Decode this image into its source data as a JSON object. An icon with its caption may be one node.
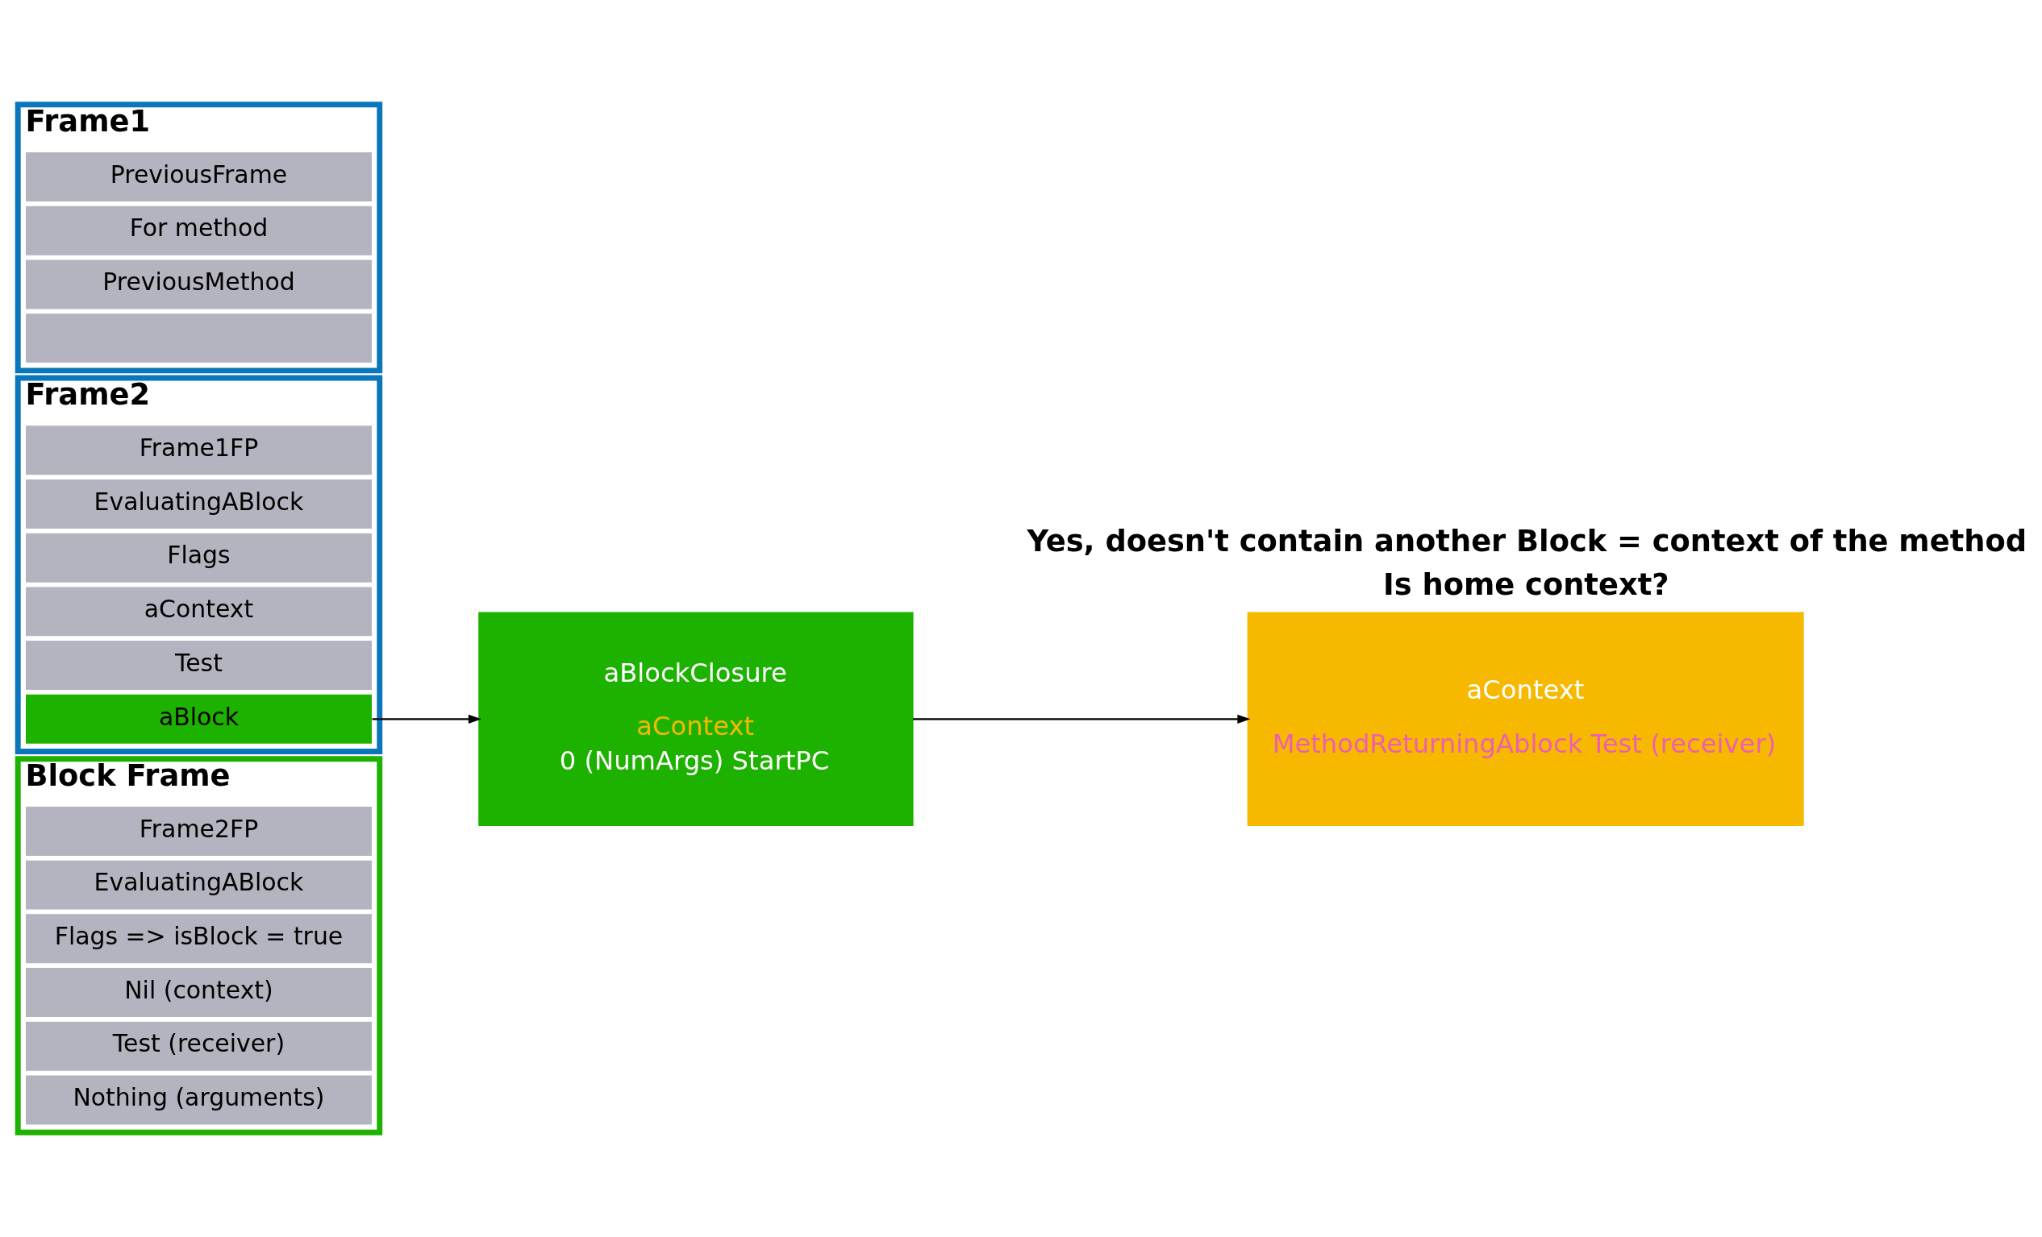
{
  "diagram": {
    "nodes": [
      {
        "text": [
          "Frame1"
        ]
      },
      {
        "text": [
          "PreviousFrame"
        ],
        "in": 0
      },
      {
        "text": [
          "For method"
        ],
        "in": 0
      },
      {
        "text": [
          "PreviousMethod"
        ],
        "in": 0
      },
      {
        "text": [],
        "shape": "box",
        "in": 0
      },
      {
        "text": [
          "Frame2"
        ]
      },
      {
        "text": [
          "Frame1FP"
        ],
        "in": 5
      },
      {
        "text": [
          "EvaluatingABlock"
        ],
        "in": 5
      },
      {
        "text": [
          "Flags"
        ],
        "in": 5
      },
      {
        "text": [
          "aContext"
        ],
        "in": 5
      },
      {
        "text": [
          "Test"
        ],
        "in": 5
      },
      {
        "text": [
          "aBlock"
        ],
        "in": 5
      },
      {
        "text": [
          "Block Frame"
        ]
      },
      {
        "text": [
          "Frame2FP"
        ],
        "in": 12
      },
      {
        "text": [
          "EvaluatingABlock"
        ],
        "in": 12
      },
      {
        "text": [
          "Flags => isBlock = true"
        ],
        "in": 12
      },
      {
        "text": [
          "Nil (context)"
        ],
        "in": 12
      },
      {
        "text": [
          "Test (receiver)"
        ],
        "in": 12
      },
      {
        "text": [
          "Nothing (arguments)"
        ],
        "in": 12
      },
      {
        "text": [
          "aContext",
          "MethodReturningAblock Test (receiver)"
        ]
      },
      {
        "text": [
          "aBlockClosure",
          "aContext",
          "0 (NumArgs) StartPC"
        ]
      }
    ],
    "edges": [
      {
        "from": 11,
        "to": 20,
        "arrow": "to"
      },
      {
        "from": 20,
        "to": 19,
        "arrow": "to"
      }
    ],
    "labels": [
      "Is home context?",
      "Yes, doesn't contain another Block = context of the method"
    ]
  }
}
